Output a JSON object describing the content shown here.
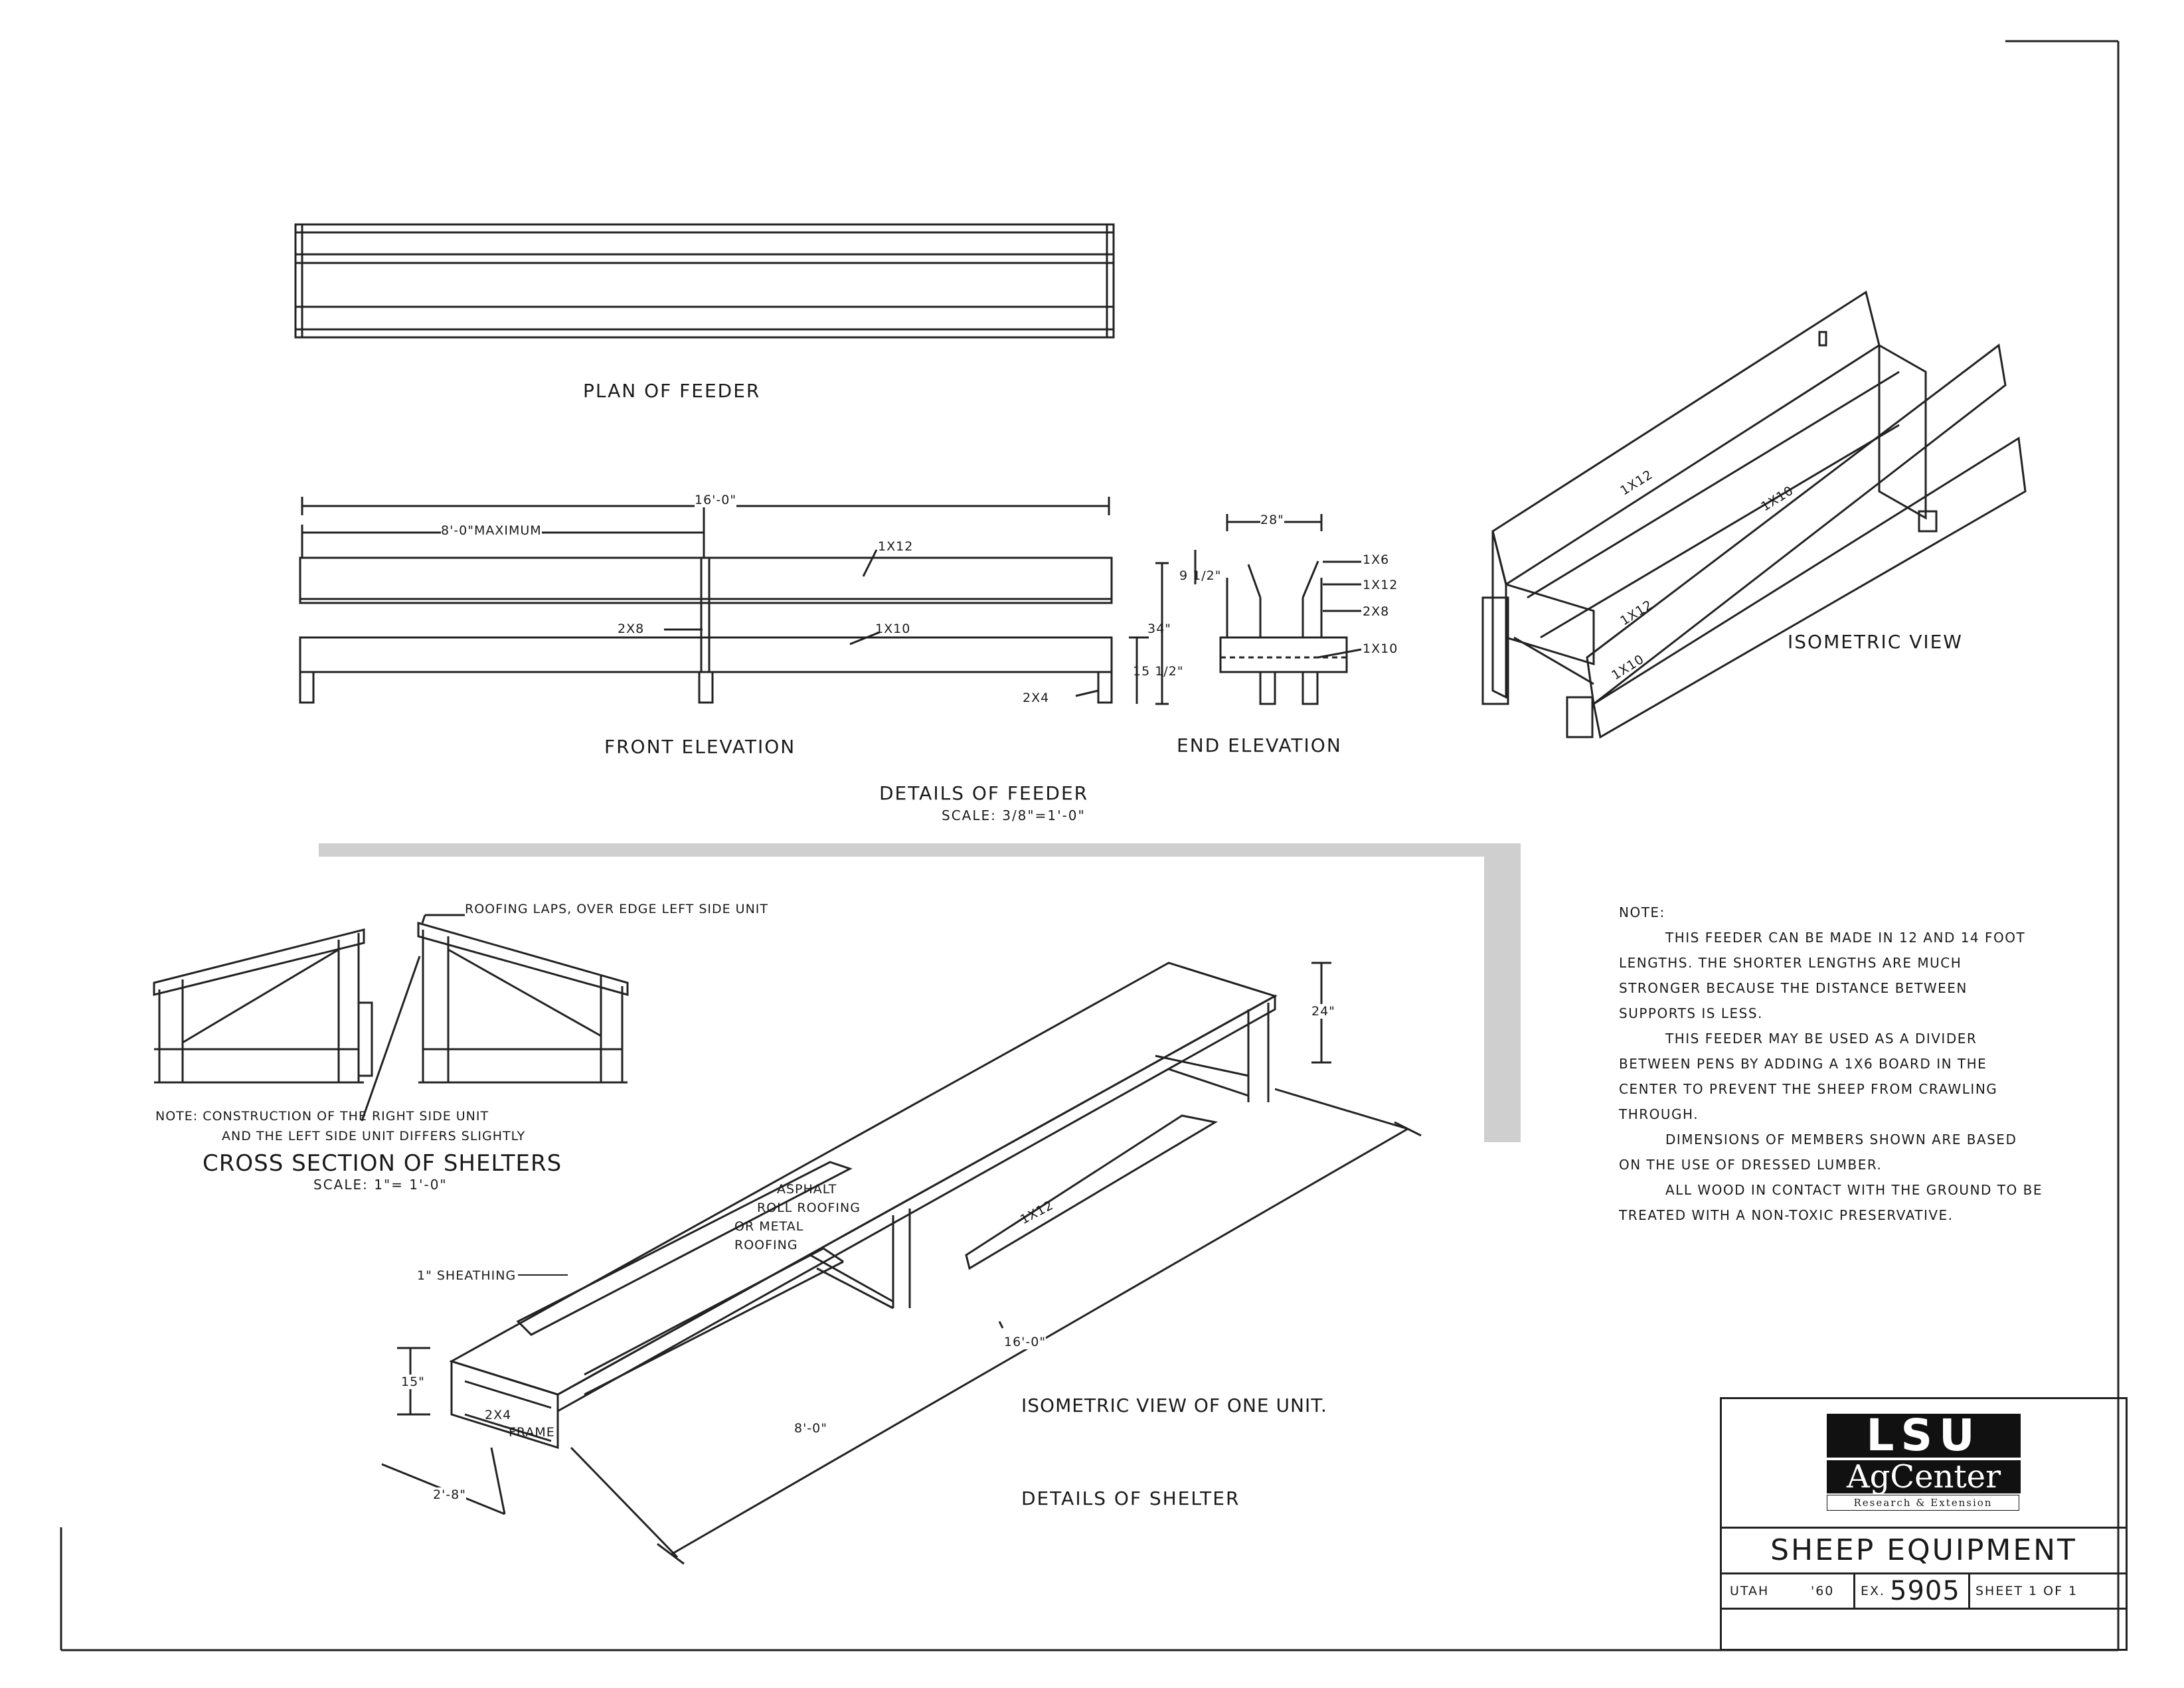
{
  "views": {
    "plan_title": "PLAN OF FEEDER",
    "front_title": "FRONT ELEVATION",
    "end_title": "END ELEVATION",
    "iso_title": "ISOMETRIC VIEW",
    "details_title": "DETAILS OF FEEDER",
    "details_scale": "SCALE: 3/8\"=1'-0\"",
    "cross_title": "CROSS SECTION OF SHELTERS",
    "cross_scale": "SCALE: 1\"= 1'-0\"",
    "shelter_iso_title": "ISOMETRIC VIEW OF ONE UNIT.",
    "shelter_details_title": "DETAILS OF SHELTER"
  },
  "dimensions": {
    "front_total": "16'-0\"",
    "front_max": "8'-0\"MAXIMUM",
    "front_1x12": "1x12",
    "front_2x8": "2x8",
    "front_1x10": "1x10",
    "front_2x4": "2x4",
    "front_9half": "9 1/2\"",
    "front_34": "34\"",
    "front_15half": "15 1/2\"",
    "end_28": "28\"",
    "end_1x6": "1x6",
    "end_1x12": "1x12",
    "end_2x8": "2x8",
    "end_1x10": "1x10",
    "iso_1x12_a": "1x12",
    "iso_1x10_a": "1x10",
    "iso_1x12_b": "1x12",
    "iso_1x10_b": "1x10",
    "roofing_laps": "ROOFING LAPS, OVER EDGE LEFT SIDE UNIT",
    "cross_note_1": "NOTE:  CONSTRUCTION OF THE RIGHT SIDE UNIT",
    "cross_note_2": "AND THE LEFT SIDE UNIT DIFFERS SLIGHTLY",
    "asphalt_1": "ASPHALT",
    "asphalt_2": "ROLL ROOFING",
    "asphalt_3": "OR METAL",
    "asphalt_4": "ROOFING",
    "sheathing": "1\" SHEATHING",
    "shelter_1x12": "1x12",
    "shelter_24": "24\"",
    "shelter_16": "16'-0\"",
    "shelter_8": "8'-0\"",
    "shelter_15": "15\"",
    "shelter_2x4": "2x4",
    "shelter_frame": "FRAME",
    "shelter_28": "2'-8\""
  },
  "notes": {
    "heading": "NOTE:",
    "para1": "THIS FEEDER CAN BE MADE IN 12 AND 14 FOOT LENGTHS. THE SHORTER LENGTHS ARE MUCH STRONGER BECAUSE THE DISTANCE BETWEEN SUPPORTS IS LESS.",
    "para2": "THIS FEEDER MAY BE USED AS A DIVIDER BETWEEN PENS BY ADDING A 1x6 BOARD IN THE CENTER TO PREVENT THE SHEEP FROM CRAWLING THROUGH.",
    "para3": "DIMENSIONS OF MEMBERS SHOWN ARE BASED ON THE USE OF DRESSED LUMBER.",
    "para4": "ALL WOOD IN CONTACT WITH THE GROUND TO BE TREATED WITH A NON-TOXIC PRESERVATIVE."
  },
  "title_block": {
    "logo_top": "LSU",
    "logo_mid": "AgCenter",
    "logo_sub": "Research & Extension",
    "title": "SHEEP EQUIPMENT",
    "state": "UTAH",
    "year": "'60",
    "ex_prefix": "EX.",
    "ex_number": "5905",
    "sheet": "SHEET 1 OF 1"
  }
}
